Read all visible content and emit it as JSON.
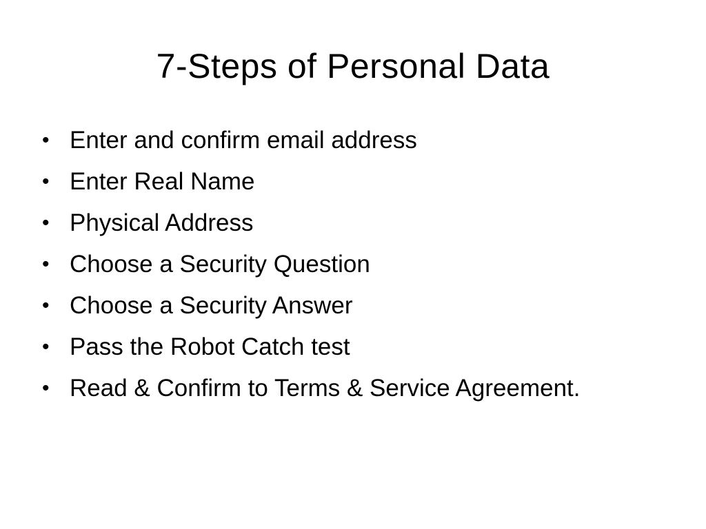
{
  "slide": {
    "title": "7-Steps of Personal Data",
    "bullet_marker": "•",
    "bullets": [
      {
        "text": "Enter and confirm email address"
      },
      {
        "text": "Enter Real Name"
      },
      {
        "text": "Physical Address"
      },
      {
        "text": "Choose a Security Question"
      },
      {
        "text": "Choose a Security Answer"
      },
      {
        "text": "Pass the Robot Catch test"
      },
      {
        "text": "Read & Confirm to Terms & Service Agreement."
      }
    ]
  }
}
